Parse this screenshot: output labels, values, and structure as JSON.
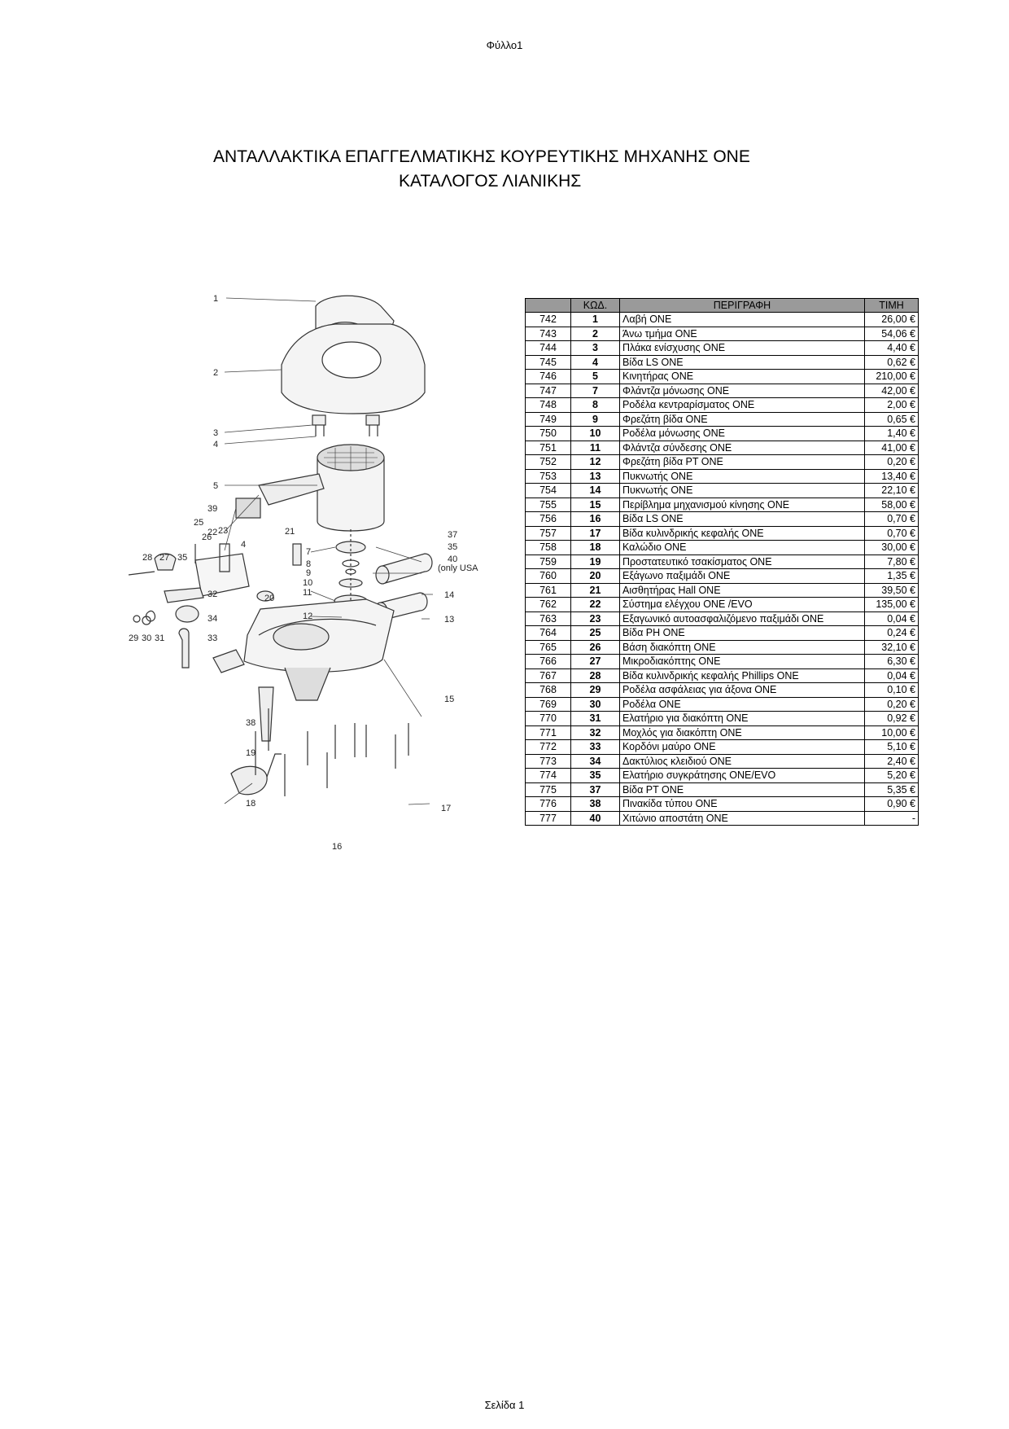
{
  "sheet_label": "Φύλλο1",
  "title_line1": "ΑΝΤΑΛΛΑΚΤΙΚΑ ΕΠΑΓΓΕΛΜΑΤΙΚΗΣ ΚΟΥΡΕΥΤΙΚΗΣ ΜΗΧΑΝΗΣ ONE",
  "title_line2": "ΚΑΤΑΛΟΓΟΣ ΛΙΑΝΙΚΗΣ",
  "footer": "Σελίδα 1",
  "drawing_note": "(only USA",
  "table": {
    "headers": [
      "",
      "ΚΩΔ.",
      "ΠΕΡΙΓΡΑΦΗ",
      "ΤΙΜΗ"
    ],
    "rows": [
      {
        "idx": "742",
        "code": "1",
        "desc": "Λαβή ONE",
        "price": "26,00 €"
      },
      {
        "idx": "743",
        "code": "2",
        "desc": "Άνω τμήμα ONE",
        "price": "54,06 €"
      },
      {
        "idx": "744",
        "code": "3",
        "desc": "Πλάκα ενίσχυσης ONE",
        "price": "4,40 €"
      },
      {
        "idx": "745",
        "code": "4",
        "desc": "Βίδα LS ONE",
        "price": "0,62 €"
      },
      {
        "idx": "746",
        "code": "5",
        "desc": "Κινητήρας ONE",
        "price": "210,00 €"
      },
      {
        "idx": "747",
        "code": "7",
        "desc": "Φλάντζα μόνωσης ONE",
        "price": "42,00 €"
      },
      {
        "idx": "748",
        "code": "8",
        "desc": "Ροδέλα κεντραρίσματος ONE",
        "price": "2,00 €"
      },
      {
        "idx": "749",
        "code": "9",
        "desc": "Φρεζάτη βίδα ONE",
        "price": "0,65 €"
      },
      {
        "idx": "750",
        "code": "10",
        "desc": "Ροδέλα μόνωσης ONE",
        "price": "1,40 €"
      },
      {
        "idx": "751",
        "code": "11",
        "desc": "Φλάντζα σύνδεσης ONE",
        "price": "41,00 €"
      },
      {
        "idx": "752",
        "code": "12",
        "desc": "Φρεζάτη βίδα PT ONE",
        "price": "0,20 €"
      },
      {
        "idx": "753",
        "code": "13",
        "desc": "Πυκνωτής ONE",
        "price": "13,40 €"
      },
      {
        "idx": "754",
        "code": "14",
        "desc": "Πυκνωτής ONE",
        "price": "22,10 €"
      },
      {
        "idx": "755",
        "code": "15",
        "desc": "Περίβλημα μηχανισμού κίνησης ONE",
        "price": "58,00 €"
      },
      {
        "idx": "756",
        "code": "16",
        "desc": "Βίδα LS ONE",
        "price": "0,70 €"
      },
      {
        "idx": "757",
        "code": "17",
        "desc": "Βίδα κυλινδρικής κεφαλής ONE",
        "price": "0,70 €"
      },
      {
        "idx": "758",
        "code": "18",
        "desc": "Καλώδιο ONE",
        "price": "30,00 €"
      },
      {
        "idx": "759",
        "code": "19",
        "desc": "Προστατευτικό τσακίσματος ONE",
        "price": "7,80 €"
      },
      {
        "idx": "760",
        "code": "20",
        "desc": "Εξάγωνο παξιμάδι ONE",
        "price": "1,35 €"
      },
      {
        "idx": "761",
        "code": "21",
        "desc": "Αισθητήρας Hall ONE",
        "price": "39,50 €"
      },
      {
        "idx": "762",
        "code": "22",
        "desc": "Σύστημα ελέγχου ONE /EVO",
        "price": "135,00 €"
      },
      {
        "idx": "763",
        "code": "23",
        "desc": "Εξαγωνικό αυτοασφαλιζόμενο παξιμάδι ONE",
        "price": "0,04 €"
      },
      {
        "idx": "764",
        "code": "25",
        "desc": "Βίδα PH ONE",
        "price": "0,24 €"
      },
      {
        "idx": "765",
        "code": "26",
        "desc": "Βάση διακόπτη ONE",
        "price": "32,10 €"
      },
      {
        "idx": "766",
        "code": "27",
        "desc": "Μικροδιακόπτης ONE",
        "price": "6,30 €"
      },
      {
        "idx": "767",
        "code": "28",
        "desc": "Βίδα κυλινδρικής κεφαλής  Phillips ONE",
        "price": "0,04 €"
      },
      {
        "idx": "768",
        "code": "29",
        "desc": "Ροδέλα ασφάλειας για άξονα ONE",
        "price": "0,10 €"
      },
      {
        "idx": "769",
        "code": "30",
        "desc": "Ροδέλα ONE",
        "price": "0,20 €"
      },
      {
        "idx": "770",
        "code": "31",
        "desc": "Ελατήριο για διακόπτη ONE",
        "price": "0,92 €"
      },
      {
        "idx": "771",
        "code": "32",
        "desc": "Μοχλός για διακόπτη ONE",
        "price": "10,00 €"
      },
      {
        "idx": "772",
        "code": "33",
        "desc": "Κορδόνι μαύρο ONE",
        "price": "5,10 €"
      },
      {
        "idx": "773",
        "code": "34",
        "desc": "Δακτύλιος κλειδιού ONE",
        "price": "2,40 €"
      },
      {
        "idx": "774",
        "code": "35",
        "desc": "Ελατήριο συγκράτησης ONE/EVO",
        "price": "5,20 €"
      },
      {
        "idx": "775",
        "code": "37",
        "desc": "Βίδα PT ONE",
        "price": "5,35 €"
      },
      {
        "idx": "776",
        "code": "38",
        "desc": "Πινακίδα τύπου ONE",
        "price": "0,90 €"
      },
      {
        "idx": "777",
        "code": "40",
        "desc": "Χιτώνιο αποστάτη ONE",
        "price": "-"
      }
    ]
  }
}
